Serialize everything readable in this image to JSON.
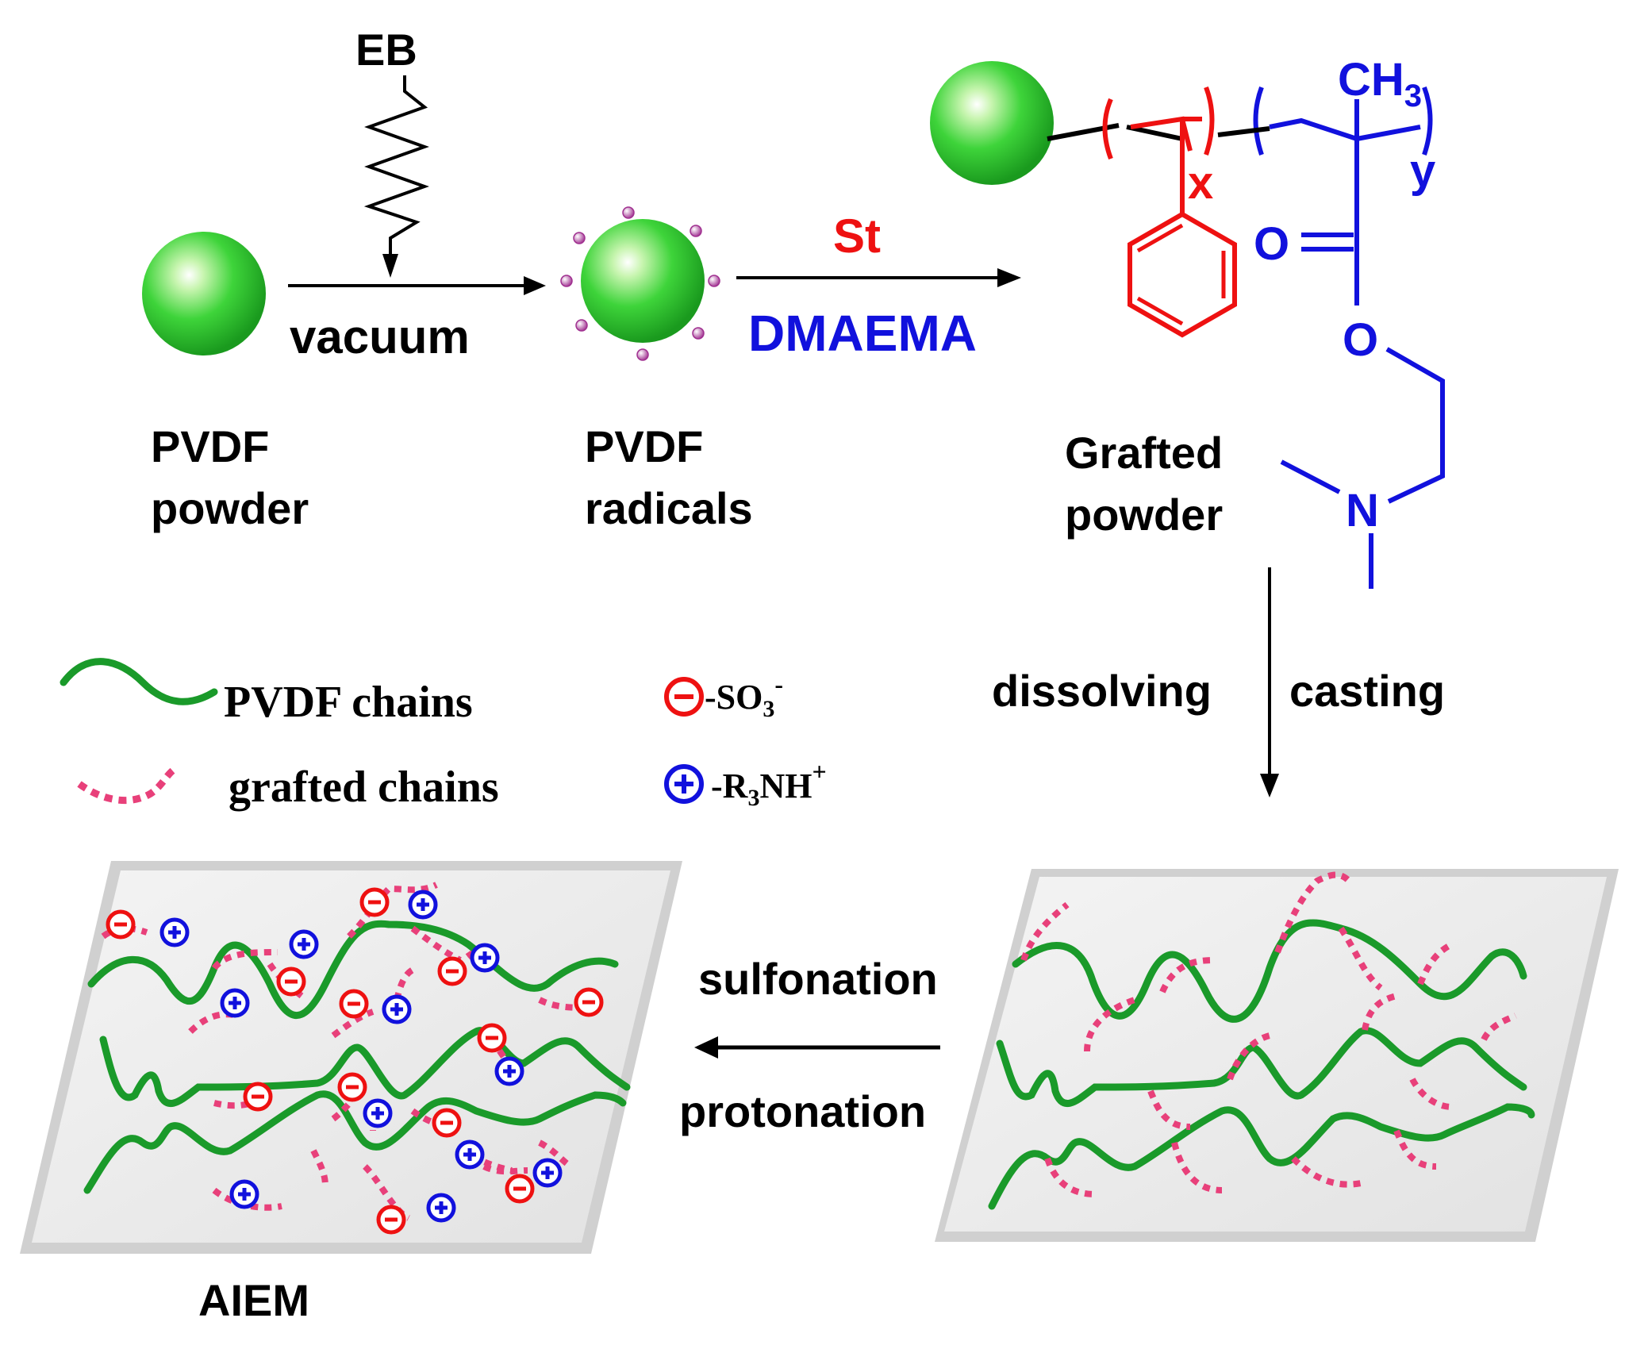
{
  "labels": {
    "eb": "EB",
    "vacuum": "vacuum",
    "st": "St",
    "dmaema": "DMAEMA",
    "pvdf_powder_1": "PVDF",
    "pvdf_powder_2": "powder",
    "pvdf_radicals_1": "PVDF",
    "pvdf_radicals_2": "radicals",
    "grafted_1": "Grafted",
    "grafted_2": "powder",
    "dissolving": "dissolving",
    "casting": "casting",
    "sulfonation": "sulfonation",
    "protonation": "protonation",
    "aiem": "AIEM"
  },
  "chem": {
    "ch3": "CH",
    "ch3_sub": "3",
    "x": "x",
    "y": "y",
    "carbonyl_o": "O",
    "ester_o": "O",
    "n": "N"
  },
  "legend": {
    "pvdf_chains": "PVDF chains",
    "grafted_chains": "grafted chains",
    "so3_text": "-SO",
    "so3_sub": "3",
    "so3_sup": "-",
    "r3nh_text_a": "-R",
    "r3nh_sub": "3",
    "r3nh_text_b": "NH",
    "r3nh_sup": "+",
    "minus_sign": "−",
    "plus_sign": "+"
  },
  "colors": {
    "green": "#1a9a2a",
    "pink": "#e8407a",
    "red": "#ee1111",
    "blue": "#1111dd",
    "radical": "#a03090"
  }
}
